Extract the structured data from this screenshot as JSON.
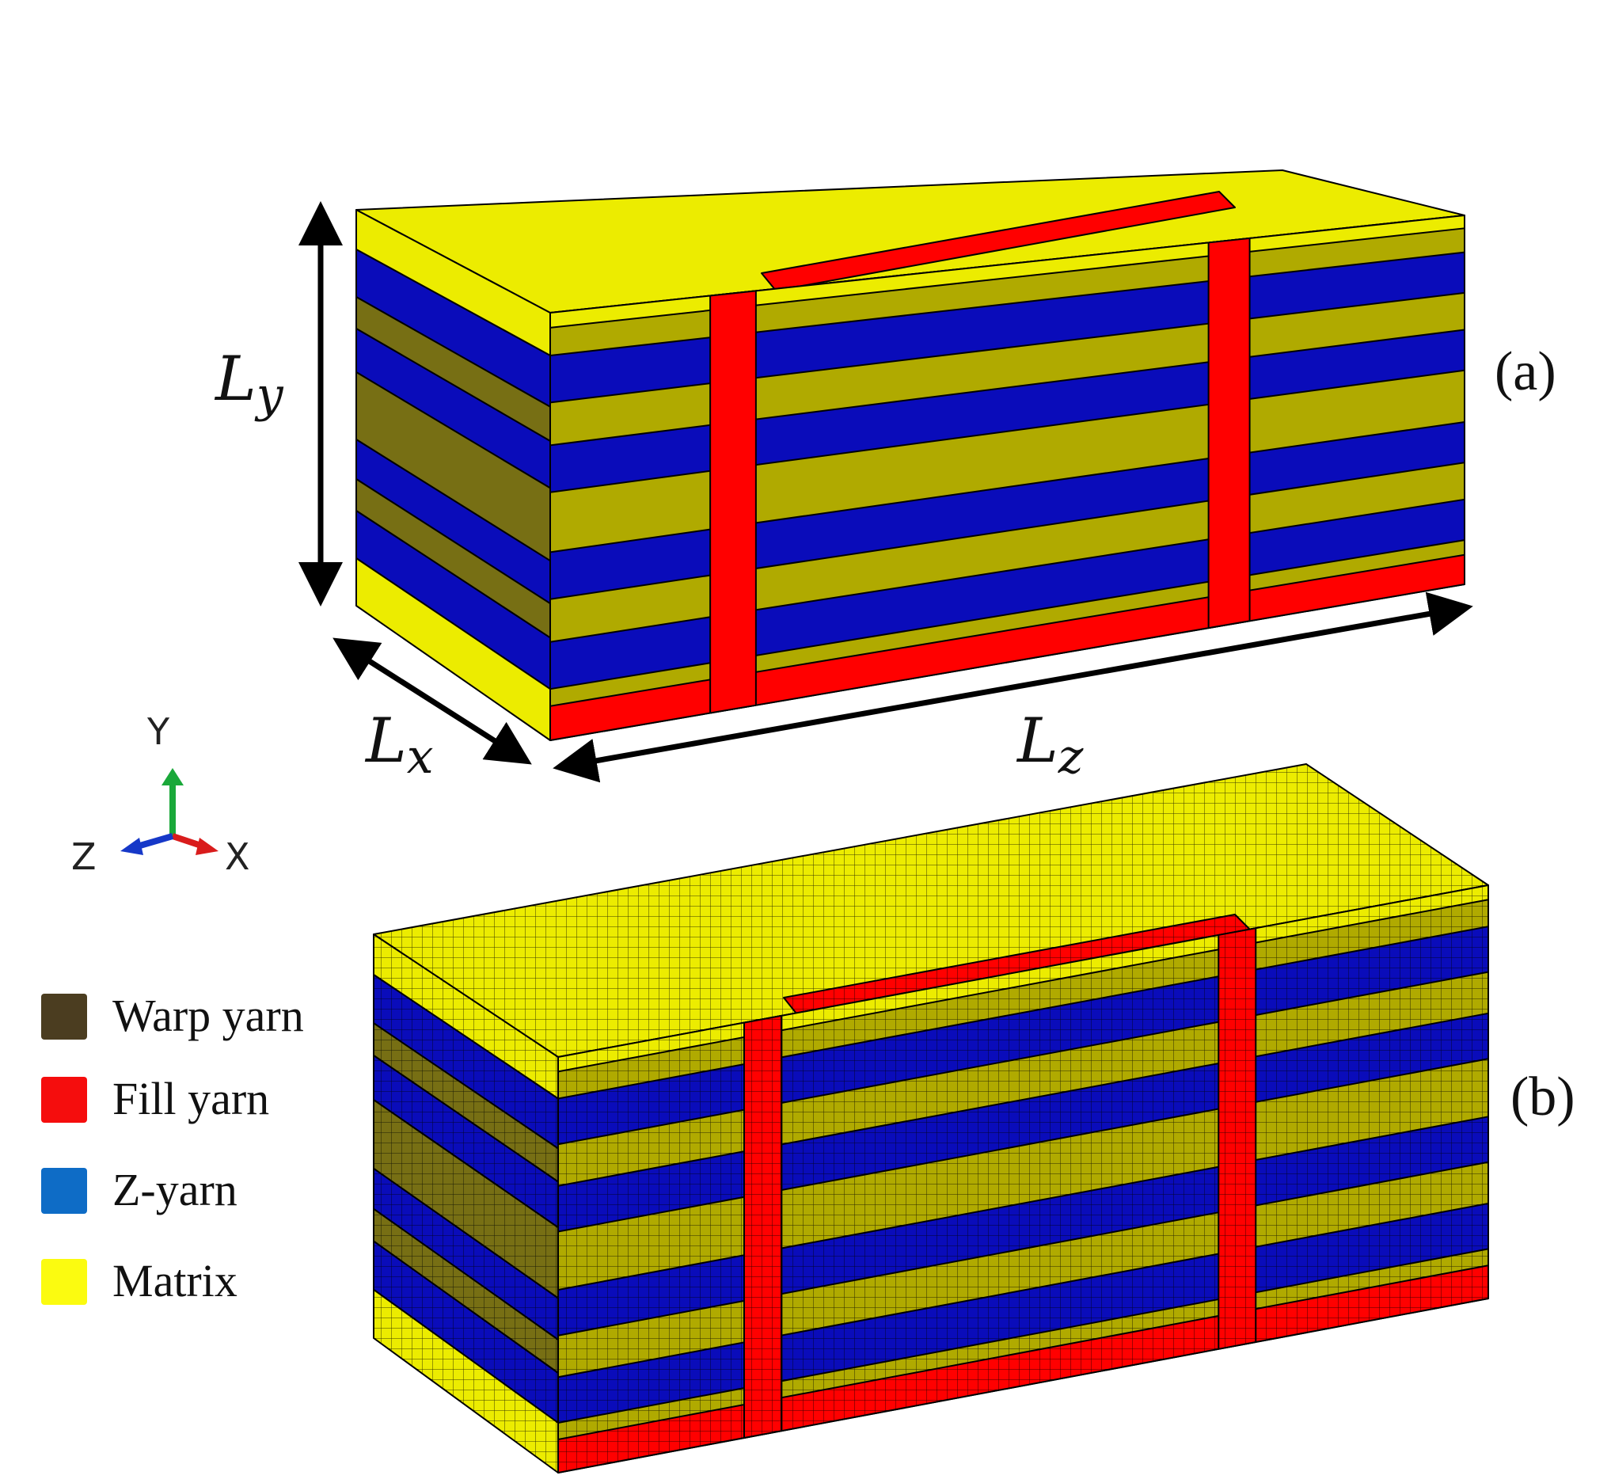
{
  "colors": {
    "matrix": "#ecec00",
    "matrix_dark": "#b0aa00",
    "warp": "#776f14",
    "fill": "#ff0000",
    "zyarn": "#0a0cba",
    "legend_warp": "#4b3d20",
    "legend_fill": "#f50d0d",
    "legend_z": "#0e6cc6",
    "legend_matrix": "#fbfb10",
    "axis_y": "#1aa83a",
    "axis_x": "#d91c1c",
    "axis_z": "#1638c8"
  },
  "panels": {
    "a_label": "(a)",
    "b_label": "(b)"
  },
  "dimensions": {
    "ly": {
      "main": "L",
      "sub": "y"
    },
    "lx": {
      "main": "L",
      "sub": "x"
    },
    "lz": {
      "main": "L",
      "sub": "z"
    }
  },
  "triad": {
    "y": "Y",
    "z": "Z",
    "x": "X"
  },
  "legend": [
    {
      "label": "Warp yarn",
      "color_key": "legend_warp"
    },
    {
      "label": "Fill yarn",
      "color_key": "legend_fill"
    },
    {
      "label": "Z-yarn",
      "color_key": "legend_z"
    },
    {
      "label": "Matrix",
      "color_key": "legend_matrix"
    }
  ]
}
